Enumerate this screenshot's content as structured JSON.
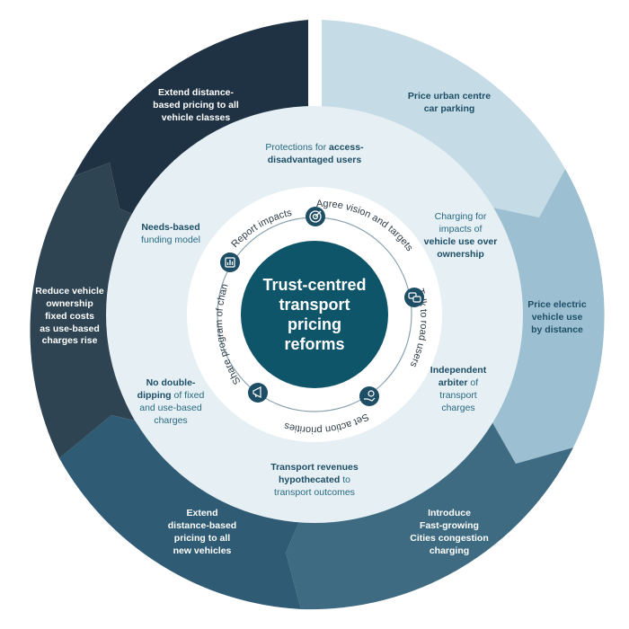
{
  "center": {
    "line1": "Trust-centred",
    "line2": "transport",
    "line3": "pricing",
    "line4": "reforms"
  },
  "outer": {
    "extend_all_classes": [
      "Extend distance-",
      "based pricing to all",
      "vehicle classes"
    ],
    "price_parking": [
      "Price urban centre",
      "car parking"
    ],
    "price_ev": [
      "Price electric",
      "vehicle use",
      "by distance"
    ],
    "congestion": [
      "Introduce",
      "Fast-growing",
      "Cities congestion",
      "charging"
    ],
    "extend_new": [
      "Extend",
      "distance-based",
      "pricing to all",
      "new vehicles"
    ],
    "reduce_costs": [
      "Reduce vehicle",
      "ownership",
      "fixed costs",
      "as use-based",
      "charges rise"
    ]
  },
  "middle": {
    "protections": {
      "pre": "Protections for ",
      "bold1": "access-",
      "bold2": "disadvantaged users"
    },
    "charging": {
      "l1": "Charging for",
      "l2": "impacts of",
      "bold1": "vehicle use over",
      "bold2": "ownership"
    },
    "arbiter": {
      "bold1": "Independent",
      "bold2": "arbiter",
      "post": " of",
      "l3": "transport",
      "l4": "charges"
    },
    "revenues": {
      "bold1": "Transport revenues",
      "bold2": "hypothecated",
      "post": " to",
      "l3": "transport outcomes"
    },
    "double": {
      "bold1": "No double-",
      "bold2": "dipping",
      "post": " of fixed",
      "l3": "and use-based",
      "l4": "charges"
    },
    "needs": {
      "bold1": "Needs-based",
      "l2": "funding model"
    }
  },
  "inner": {
    "agree": "Agree vision and targets",
    "talk": "Talk to road users",
    "set": "Set action priorities",
    "share": "Share program of changes",
    "report": "Report impacts"
  },
  "icons": [
    "target-icon",
    "chat-icon",
    "hand-coin-icon",
    "megaphone-icon",
    "report-icon"
  ],
  "colors": {
    "navy_dark": "#1f3244",
    "slate_dark": "#2e4452",
    "blue_mid": "#2f5b74",
    "blue_steel": "#3e6b82",
    "blue_light": "#9cc0d2",
    "blue_pale": "#c5dbe6",
    "ring_middle": "#e5eff4",
    "ring_inner": "#ffffff",
    "center": "#0f5569",
    "icon": "#1d4e66"
  }
}
